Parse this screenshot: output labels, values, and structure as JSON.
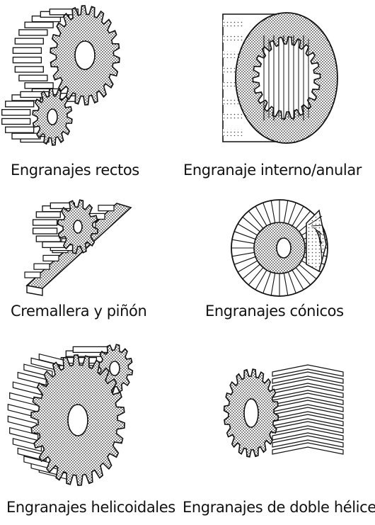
{
  "captions": {
    "spur": "Engranajes rectos",
    "internal": "Engranaje interno/anular",
    "rack": "Cremallera y piñón",
    "bevel": "Engranajes cónicos",
    "helical": "Engranajes helicoidales",
    "herringbone": "Engranajes de doble hélice"
  },
  "colors": {
    "ink": "#111111",
    "face": "#bdbdbd",
    "paper": "#ffffff"
  }
}
